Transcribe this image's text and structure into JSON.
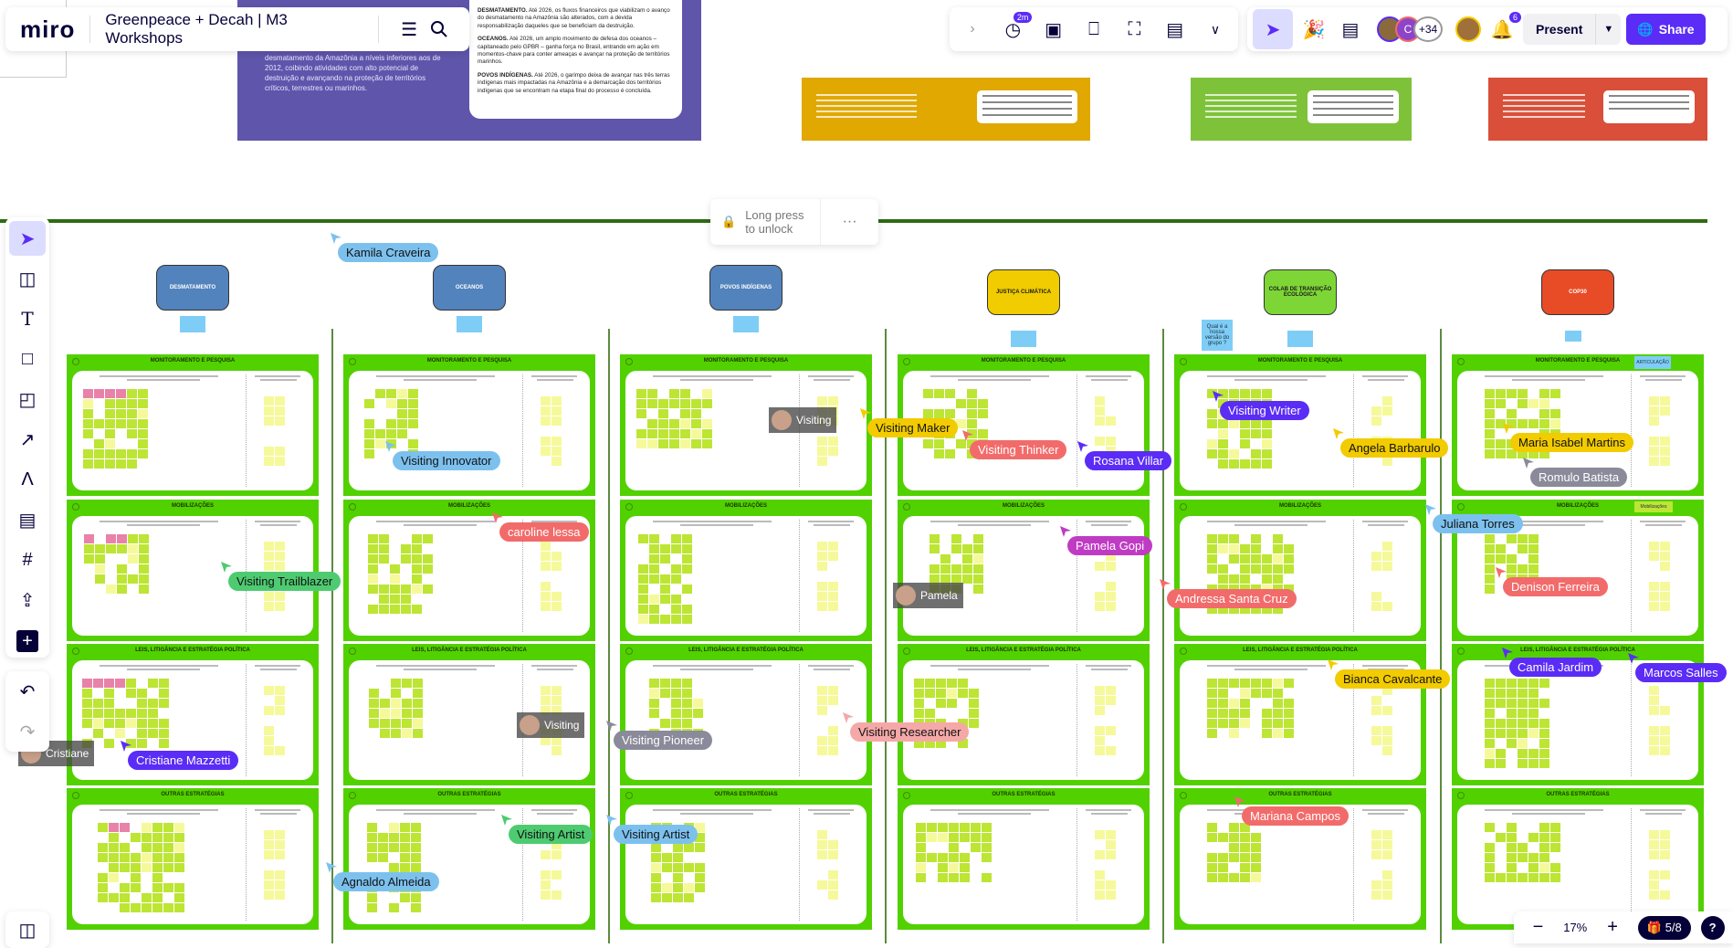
{
  "app": {
    "logo": "miro",
    "board_title": "Greenpeace + Decah | M3 Workshops"
  },
  "toolbar_right": {
    "timer_badge": "2m",
    "collaborators_more": "+34",
    "collaborator_initial": "C",
    "notifications_count": "6",
    "present_label": "Present",
    "share_label": "Share"
  },
  "banner": {
    "purple_text": "desmatamento da Amazônia a níveis inferiores aos de 2012, coibindo atividades com alto potencial de destruição e avançando na proteção de territórios críticos, terrestres ou marinhos.",
    "card": [
      {
        "head": "DESMATAMENTO.",
        "body": " Até 2026, os fluxos financeiros que viabilizam o avanço do desmatamento na Amazônia são alterados, com a devida responsabilização daqueles que se beneficiam da destruição."
      },
      {
        "head": "OCEANOS.",
        "body": " Até 2026, um amplo movimento de defesa dos oceanos – capitaneado pelo GPBR – ganha força no Brasil, entrando em ação em momentos-chave para conter ameaças e avançar na proteção de territórios marinhos."
      },
      {
        "head": "POVOS INDÍGENAS.",
        "body": " Até 2026, o garimpo deixa de avançar nas três terras indígenas mais impactadas na Amazônia e a demarcação dos territórios indígenas que se encontram na etapa final do processo é concluída."
      }
    ],
    "colors": {
      "purple": "#5f55ab",
      "yellow": "#e0a800",
      "green": "#7ec23a",
      "red": "#d94f3a"
    }
  },
  "lock_popup": {
    "label": "Long press to unlock"
  },
  "columns": [
    {
      "title": "DESMATAMENTO",
      "color": "#5383bd",
      "text_color": "#ffffff"
    },
    {
      "title": "OCEANOS",
      "color": "#5383bd",
      "text_color": "#ffffff"
    },
    {
      "title": "POVOS INDÍGENAS",
      "color": "#5383bd",
      "text_color": "#ffffff"
    },
    {
      "title": "JUSTIÇA CLIMÁTICA",
      "color": "#f0cc00",
      "text_color": "#1a1a1a"
    },
    {
      "title": "COLAB DE TRANSIÇÃO ECOLÓGICA",
      "color": "#7ed636",
      "text_color": "#1a1a1a"
    },
    {
      "title": "COP30",
      "color": "#e84c26",
      "text_color": "#ffffff"
    }
  ],
  "rows": [
    "MONITORAMENTO E PESQUISA",
    "MOBILIZAÇÕES",
    "LEIS, LITIGÂNCIA E ESTRATÉGIA POLÍTICA",
    "OUTRAS ESTRATÉGIAS"
  ],
  "notes": {
    "group_question": "Qual é a nossa versão do grupo ?",
    "articulacao": "ARTICULAÇÃO",
    "mobilizacoes": "Mobilizações"
  },
  "cursors": [
    {
      "name": "Kamila Craveira",
      "color": "#7cc1ee",
      "text": "#111"
    },
    {
      "name": "Visiting Innovator",
      "color": "#7cc1ee",
      "text": "#111"
    },
    {
      "name": "Visiting Trailblazer",
      "color": "#4ecb71",
      "text": "#111"
    },
    {
      "name": "caroline lessa",
      "color": "#f26b6b",
      "text": "#fff"
    },
    {
      "name": "Cristiane Mazzetti",
      "color": "#5b2cf6",
      "text": "#fff"
    },
    {
      "name": "Agnaldo Almeida",
      "color": "#7cc1ee",
      "text": "#111"
    },
    {
      "name": "Visiting Artist",
      "color": "#7cc1ee",
      "text": "#111"
    },
    {
      "name": "Visiting Artist",
      "color": "#4ecb71",
      "text": "#111"
    },
    {
      "name": "Visiting Pioneer",
      "color": "#8a8a9a",
      "text": "#fff"
    },
    {
      "name": "Visiting Maker",
      "color": "#f2cb00",
      "text": "#111"
    },
    {
      "name": "Visiting Thinker",
      "color": "#f26b6b",
      "text": "#fff"
    },
    {
      "name": "Rosana Villar",
      "color": "#5b2cf6",
      "text": "#fff"
    },
    {
      "name": "Pamela Gopi",
      "color": "#c03bc4",
      "text": "#fff"
    },
    {
      "name": "Visiting Researcher",
      "color": "#f5a8a8",
      "text": "#111"
    },
    {
      "name": "Visiting Writer",
      "color": "#5b2cf6",
      "text": "#fff"
    },
    {
      "name": "Angela Barbarulo",
      "color": "#f2cb00",
      "text": "#111"
    },
    {
      "name": "Juliana Torres",
      "color": "#7cc1ee",
      "text": "#111"
    },
    {
      "name": "Andressa Santa Cruz",
      "color": "#f26b6b",
      "text": "#fff"
    },
    {
      "name": "Bianca Cavalcante",
      "color": "#f2cb00",
      "text": "#111"
    },
    {
      "name": "Mariana Campos",
      "color": "#f26b6b",
      "text": "#fff"
    },
    {
      "name": "Maria Isabel Martins",
      "color": "#f2cb00",
      "text": "#111"
    },
    {
      "name": "Romulo Batista",
      "color": "#8a8a9a",
      "text": "#fff"
    },
    {
      "name": "Denison Ferreira",
      "color": "#f26b6b",
      "text": "#fff"
    },
    {
      "name": "Camila Jardim",
      "color": "#5b2cf6",
      "text": "#fff"
    },
    {
      "name": "Marcos Salles",
      "color": "#5b2cf6",
      "text": "#fff"
    }
  ],
  "photo_tags": [
    "Cristiane",
    "Visiting",
    "Visiting",
    "Pamela"
  ],
  "zoom": {
    "level": "17%",
    "gift": "5/8"
  }
}
